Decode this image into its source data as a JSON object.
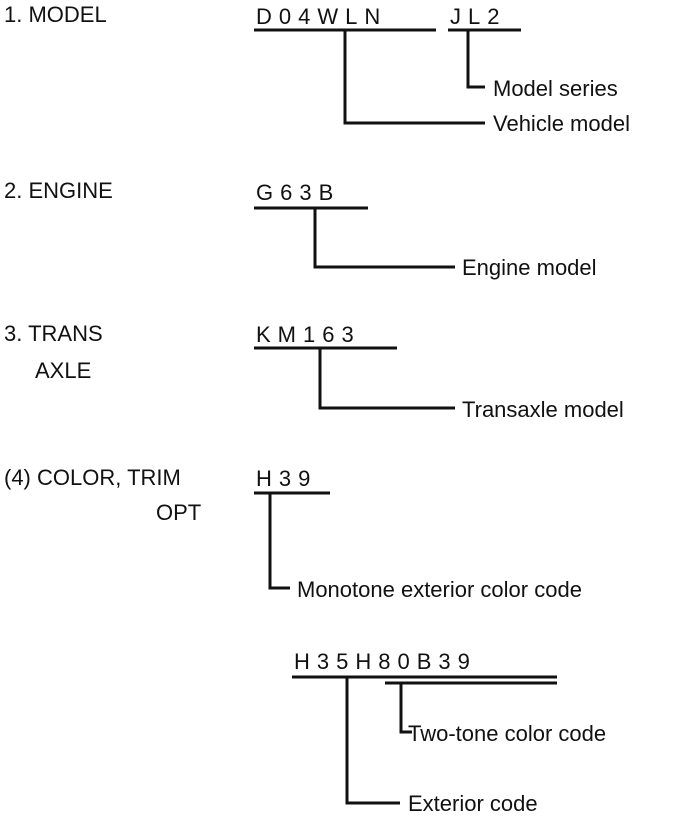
{
  "sections": {
    "model": {
      "label": "1. MODEL",
      "code_a": "D04WLN",
      "code_b": "JL2",
      "callout_series": "Model series",
      "callout_vehicle": "Vehicle model"
    },
    "engine": {
      "label": "2. ENGINE",
      "code": "G63B",
      "callout": "Engine model"
    },
    "trans": {
      "label_line1": "3. TRANS",
      "label_line2": "AXLE",
      "code": "KM163",
      "callout": "Transaxle model"
    },
    "color": {
      "label_line1": "(4) COLOR, TRIM",
      "label_line2": "OPT",
      "code": "H39",
      "callout": "Monotone exterior color code",
      "two_tone_code": "H35H80B39",
      "callout_two_tone": "Two-tone color code",
      "callout_exterior": "Exterior code"
    }
  }
}
